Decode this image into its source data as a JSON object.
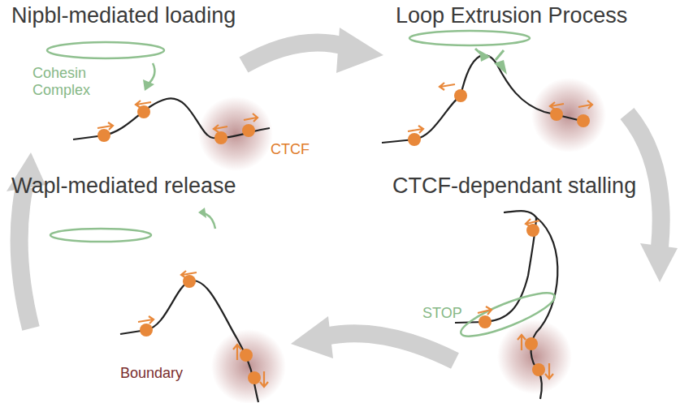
{
  "diagram": {
    "labels": [
      "Nipbl-mediated loading",
      "Loop Extrusion Process",
      "CTCF-dependant stalling",
      "Wapl-mediated release",
      "Cohesin Complex",
      "CTCF",
      "STOP",
      "Boundary"
    ]
  }
}
